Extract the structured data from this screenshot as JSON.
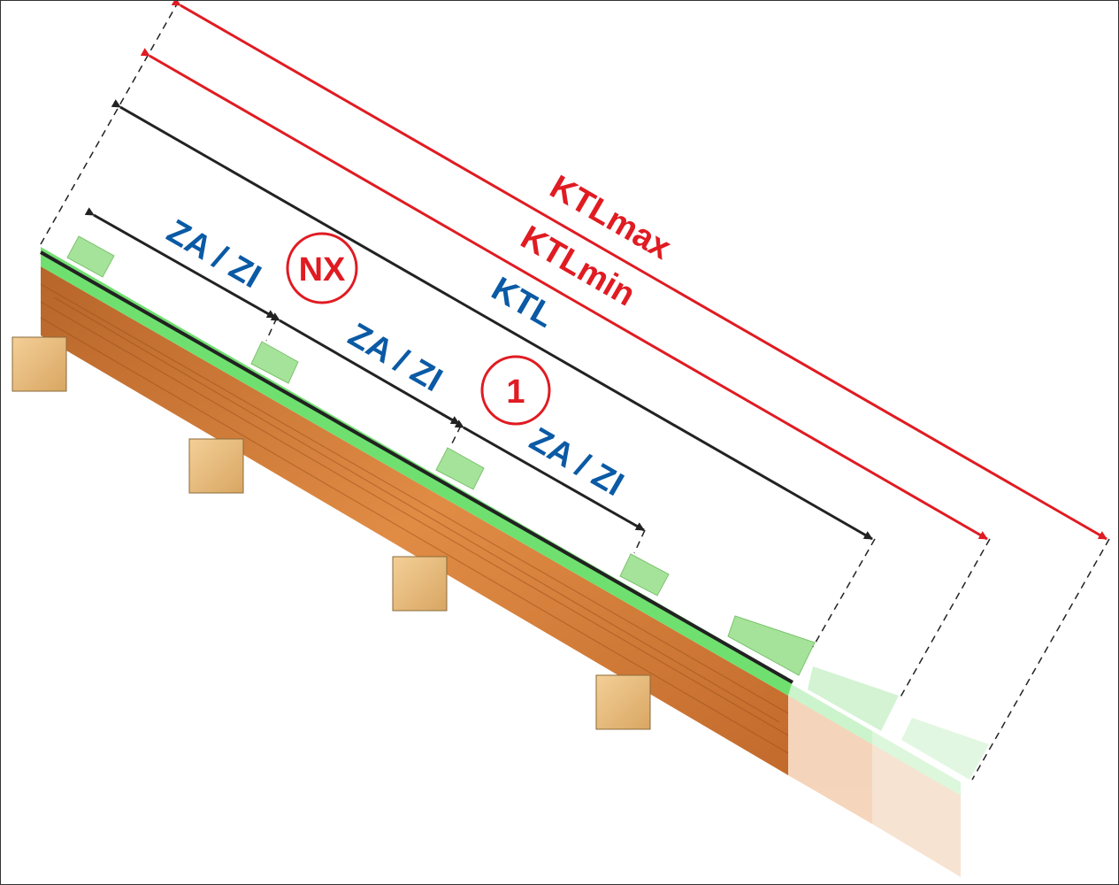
{
  "labels": {
    "segment_1": "ZA / ZI",
    "segment_2": "ZA / ZI",
    "segment_3": "ZA / ZI",
    "ktl": "KTL",
    "ktl_min": "KTLmin",
    "ktl_max": "KTLmax",
    "marker_nx": "NX",
    "marker_1": "1"
  },
  "colors": {
    "red": "#e01b22",
    "blue": "#0a5aa5",
    "black": "#222222",
    "green": "#7be07b",
    "wood": "#d9843f"
  }
}
